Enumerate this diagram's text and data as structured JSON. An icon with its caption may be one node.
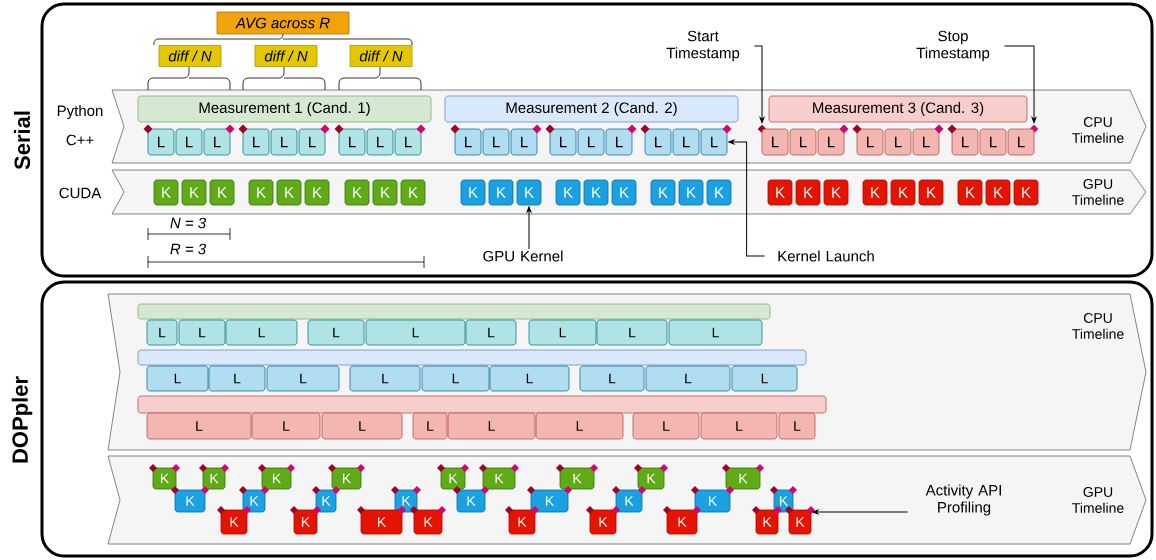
{
  "diagram": {
    "nodes": [
      {
        "text": [
          "Serial"
        ]
      },
      {
        "text": [
          "AVG across R"
        ],
        "in": 0
      },
      {
        "text": [
          "diff / N"
        ],
        "in": 0
      },
      {
        "text": [
          "diff / N"
        ],
        "in": 0
      },
      {
        "text": [
          "diff / N"
        ],
        "in": 0
      },
      {
        "text": [
          "Start Timestamp"
        ],
        "in": 0
      },
      {
        "text": [
          "Stop Timestamp"
        ],
        "in": 0
      },
      {
        "text": [
          "CPU Timeline"
        ],
        "in": 0
      },
      {
        "text": [
          "Measurement 1 (Cand. 1)"
        ],
        "in": 7
      },
      {
        "text": [
          "Measurement 2 (Cand. 2)"
        ],
        "in": 7
      },
      {
        "text": [
          "Measurement 3 (Cand. 3)"
        ],
        "in": 7
      },
      {
        "text": [],
        "shape": "diamond",
        "in": 7
      },
      {
        "text": [],
        "shape": "diamond",
        "in": 7
      },
      {
        "text": [
          "L"
        ],
        "in": 7
      },
      {
        "text": [
          "L"
        ],
        "in": 7
      },
      {
        "text": [
          "L"
        ],
        "in": 7
      },
      {
        "text": [
          "L"
        ],
        "in": 7
      },
      {
        "text": [
          "L"
        ],
        "in": 7
      },
      {
        "text": [
          "L"
        ],
        "in": 7
      },
      {
        "text": [
          "L"
        ],
        "in": 7
      },
      {
        "text": [
          "L"
        ],
        "in": 7
      },
      {
        "text": [
          "L"
        ],
        "in": 7
      },
      {
        "text": [
          "L"
        ],
        "in": 7
      },
      {
        "text": [
          "L"
        ],
        "in": 7
      },
      {
        "text": [
          "L"
        ],
        "in": 7
      },
      {
        "text": [
          "L"
        ],
        "in": 7
      },
      {
        "text": [
          "L"
        ],
        "in": 7
      },
      {
        "text": [
          "L"
        ],
        "in": 7
      },
      {
        "text": [
          "L"
        ],
        "in": 7
      },
      {
        "text": [
          "L"
        ],
        "in": 7
      },
      {
        "text": [
          "L"
        ],
        "in": 7
      },
      {
        "text": [
          "L"
        ],
        "in": 7
      },
      {
        "text": [
          "L"
        ],
        "in": 7
      },
      {
        "text": [
          "L"
        ],
        "in": 7
      },
      {
        "text": [
          "L"
        ],
        "in": 7
      },
      {
        "text": [
          "L"
        ],
        "in": 7
      },
      {
        "text": [
          "L"
        ],
        "in": 7
      },
      {
        "text": [
          "L"
        ],
        "in": 7
      },
      {
        "text": [
          "L"
        ],
        "in": 7
      },
      {
        "text": [
          "L"
        ],
        "in": 7
      },
      {
        "text": [
          "GPU Timeline"
        ],
        "in": 0
      },
      {
        "text": [
          "K"
        ],
        "in": 40
      },
      {
        "text": [
          "K"
        ],
        "in": 40
      },
      {
        "text": [
          "K"
        ],
        "in": 40
      },
      {
        "text": [
          "K"
        ],
        "in": 40
      },
      {
        "text": [
          "K"
        ],
        "in": 40
      },
      {
        "text": [
          "K"
        ],
        "in": 40
      },
      {
        "text": [
          "K"
        ],
        "in": 40
      },
      {
        "text": [
          "K"
        ],
        "in": 40
      },
      {
        "text": [
          "K"
        ],
        "in": 40
      },
      {
        "text": [
          "K"
        ],
        "in": 40
      },
      {
        "text": [
          "K"
        ],
        "in": 40
      },
      {
        "text": [
          "K"
        ],
        "in": 40
      },
      {
        "text": [
          "K"
        ],
        "in": 40
      },
      {
        "text": [
          "K"
        ],
        "in": 40
      },
      {
        "text": [
          "K"
        ],
        "in": 40
      },
      {
        "text": [
          "K"
        ],
        "in": 40
      },
      {
        "text": [
          "K"
        ],
        "in": 40
      },
      {
        "text": [
          "K"
        ],
        "in": 40
      },
      {
        "text": [
          "K"
        ],
        "in": 40
      },
      {
        "text": [
          "K"
        ],
        "in": 40
      },
      {
        "text": [
          "K"
        ],
        "in": 40
      },
      {
        "text": [
          "K"
        ],
        "in": 40
      },
      {
        "text": [
          "K"
        ],
        "in": 40
      },
      {
        "text": [
          "K"
        ],
        "in": 40
      },
      {
        "text": [
          "K"
        ],
        "in": 40
      },
      {
        "text": [
          "K"
        ],
        "in": 40
      },
      {
        "text": [
          "K"
        ],
        "in": 40
      },
      {
        "text": [
          "GPU Kernel"
        ],
        "in": 0
      },
      {
        "text": [
          "Kernel Launch"
        ],
        "in": 0
      },
      {
        "text": [
          "DOPpler"
        ]
      },
      {
        "text": [
          "CPU Timeline"
        ],
        "in": 70
      },
      {
        "text": [],
        "shape": "bar",
        "in": 71
      },
      {
        "text": [],
        "shape": "bar",
        "in": 71
      },
      {
        "text": [],
        "shape": "bar",
        "in": 71
      },
      {
        "text": [
          "L"
        ],
        "in": 71
      },
      {
        "text": [
          "L"
        ],
        "in": 71
      },
      {
        "text": [
          "L"
        ],
        "in": 71
      },
      {
        "text": [
          "L"
        ],
        "in": 71
      },
      {
        "text": [
          "L"
        ],
        "in": 71
      },
      {
        "text": [
          "L"
        ],
        "in": 71
      },
      {
        "text": [
          "L"
        ],
        "in": 71
      },
      {
        "text": [
          "L"
        ],
        "in": 71
      },
      {
        "text": [
          "L"
        ],
        "in": 71
      },
      {
        "text": [
          "L"
        ],
        "in": 71
      },
      {
        "text": [
          "L"
        ],
        "in": 71
      },
      {
        "text": [
          "L"
        ],
        "in": 71
      },
      {
        "text": [
          "L"
        ],
        "in": 71
      },
      {
        "text": [
          "L"
        ],
        "in": 71
      },
      {
        "text": [
          "L"
        ],
        "in": 71
      },
      {
        "text": [
          "L"
        ],
        "in": 71
      },
      {
        "text": [
          "L"
        ],
        "in": 71
      },
      {
        "text": [
          "L"
        ],
        "in": 71
      },
      {
        "text": [
          "L"
        ],
        "in": 71
      },
      {
        "text": [
          "L"
        ],
        "in": 71
      },
      {
        "text": [
          "L"
        ],
        "in": 71
      },
      {
        "text": [
          "L"
        ],
        "in": 71
      },
      {
        "text": [
          "L"
        ],
        "in": 71
      },
      {
        "text": [
          "L"
        ],
        "in": 71
      },
      {
        "text": [
          "L"
        ],
        "in": 71
      },
      {
        "text": [
          "L"
        ],
        "in": 71
      },
      {
        "text": [
          "L"
        ],
        "in": 71
      },
      {
        "text": [
          "GPU Timeline"
        ],
        "in": 70
      },
      {
        "text": [
          "K"
        ],
        "in": 102
      },
      {
        "text": [
          "K"
        ],
        "in": 102
      },
      {
        "text": [
          "K"
        ],
        "in": 102
      },
      {
        "text": [
          "K"
        ],
        "in": 102
      },
      {
        "text": [
          "K"
        ],
        "in": 102
      },
      {
        "text": [
          "K"
        ],
        "in": 102
      },
      {
        "text": [
          "K"
        ],
        "in": 102
      },
      {
        "text": [
          "K"
        ],
        "in": 102
      },
      {
        "text": [
          "K"
        ],
        "in": 102
      },
      {
        "text": [
          "K"
        ],
        "in": 102
      },
      {
        "text": [
          "K"
        ],
        "in": 102
      },
      {
        "text": [
          "K"
        ],
        "in": 102
      },
      {
        "text": [
          "K"
        ],
        "in": 102
      },
      {
        "text": [
          "K"
        ],
        "in": 102
      },
      {
        "text": [
          "K"
        ],
        "in": 102
      },
      {
        "text": [
          "K"
        ],
        "in": 102
      },
      {
        "text": [
          "K"
        ],
        "in": 102
      },
      {
        "text": [
          "K"
        ],
        "in": 102
      },
      {
        "text": [
          "K"
        ],
        "in": 102
      },
      {
        "text": [
          "K"
        ],
        "in": 102
      },
      {
        "text": [
          "K"
        ],
        "in": 102
      },
      {
        "text": [
          "K"
        ],
        "in": 102
      },
      {
        "text": [
          "K"
        ],
        "in": 102
      },
      {
        "text": [
          "K"
        ],
        "in": 102
      },
      {
        "text": [
          "K"
        ],
        "in": 102
      },
      {
        "text": [
          "K"
        ],
        "in": 102
      },
      {
        "text": [
          "K"
        ],
        "in": 102
      },
      {
        "text": [
          "Activity API Profiling"
        ],
        "in": 102
      }
    ],
    "edges": [
      {
        "from": 5,
        "to": 11,
        "arrow": "to"
      },
      {
        "from": 6,
        "to": 12,
        "arrow": "to"
      },
      {
        "from": 68,
        "to": 52,
        "arrow": "to"
      },
      {
        "from": 69,
        "to": 30,
        "arrow": "to"
      },
      {
        "from": 130,
        "to": 129,
        "arrow": "to"
      }
    ],
    "labels": [
      "Python",
      "C++",
      "CUDA",
      "N = 3",
      "R = 3"
    ]
  }
}
